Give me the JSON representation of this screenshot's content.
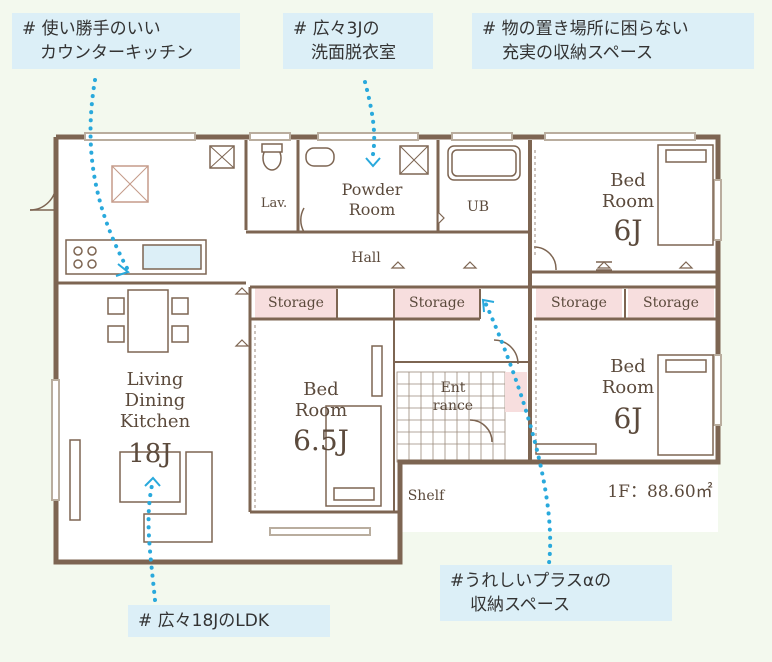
{
  "callouts": {
    "kitchen": [
      "# 使い勝手のいい",
      "カウンターキッチン"
    ],
    "powder": [
      "# 広々3Jの",
      "洗面脱衣室"
    ],
    "storage_top": [
      "# 物の置き場所に困らない",
      "充実の収納スペース"
    ],
    "ldk": [
      "# 広々18JのLDK"
    ],
    "plus_alpha": [
      "#うれしいプラスαの",
      "収納スペース"
    ]
  },
  "rooms": {
    "lav": "Lav.",
    "powder_room": [
      "Powder",
      "Room"
    ],
    "ub": "UB",
    "bed1": [
      "Bed",
      "Room",
      "6J"
    ],
    "hall": "Hall",
    "storage": "Storage",
    "bed2": [
      "Bed",
      "Room",
      "6.5J"
    ],
    "bed3": [
      "Bed",
      "Room",
      "6J"
    ],
    "entrance": [
      "Ent",
      "rance"
    ],
    "shelf": "Shelf",
    "ldk": [
      "Living",
      "Dining",
      "Kitchen",
      "18J"
    ],
    "area": "1F：88.60㎡"
  },
  "colors": {
    "wall": "#7d6552",
    "storage": "#f7dede",
    "callout": "#dceff7",
    "arrow": "#29a9dc"
  }
}
